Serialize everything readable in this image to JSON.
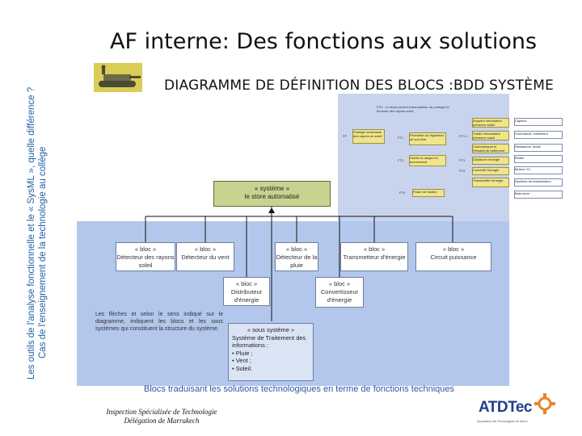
{
  "sidebar": {
    "line1": "Les outils de l'analyse fonctionnelle et le « SysML », quelle différence ?",
    "line2": "Cas de l'enseignement de la technologie au collège"
  },
  "header": {
    "title": "AF interne: Des fonctions aux solutions",
    "subtitle": "DIAGRAMME DE DÉFINITION DES BLOCS :BDD SYSTÈME"
  },
  "diagram": {
    "system_block": {
      "stereotype": "« système »",
      "name": "le store automatisé"
    },
    "blocks": [
      {
        "stereotype": "« bloc »",
        "name": "Détecteur des rayons soleil"
      },
      {
        "stereotype": "« bloc »",
        "name": "Détecteur du vent"
      },
      {
        "stereotype": "« bloc »",
        "name": "Détecteur de la pluie"
      },
      {
        "stereotype": "« bloc »",
        "name": "Transmetteur d'énergie"
      },
      {
        "stereotype": "« bloc »",
        "name": "Circuit puissance"
      },
      {
        "stereotype": "« bloc »",
        "name": "Distributeur d'énergie"
      },
      {
        "stereotype": "« bloc »",
        "name": "Convertisseur d'énergie"
      }
    ],
    "subsystem": {
      "stereotype": "« sous système »",
      "name": "Système de Traitement des informations :",
      "items": [
        "• Pluie ;",
        "• Vent ;",
        "• Soleil."
      ]
    },
    "note": "Les flèches et selon le sens indiqué sur le diagramme, indiquent les blocs et les sous systèmes qui constituent la structure du système.",
    "caption": "Blocs traduisant les solutions technologiques en terme de fonctions techniques"
  },
  "fast_thumbnail": {
    "header_text": "FS1 : Le store permet d'automatiser de protéger la terrasse des rayons soleil",
    "function_labels": [
      "FP",
      "FT1",
      "FT1.1",
      "FT1.2",
      "FT2",
      "FT3",
      "FT4",
      "FT5"
    ],
    "function_boxes": [
      "Protéger la terrasse des rayons du soleil",
      "Acquérir information présence soleil",
      "Traiter l'information présence soleil",
      "Communiquer le Résultat du traitement",
      "Permettre au régulateur de son état",
      "Distribuer l'énergie",
      "Convertir l'énergie",
      "Transmettre l'énergie",
      "Guider et ranger en mouvement",
      "Poser de l'action"
    ],
    "solution_boxes": [
      "Capteur",
      "Commande, traitement",
      "Résistance, diode",
      "Relais",
      "Moteur CC",
      "Système de transmission",
      "Bras store"
    ]
  },
  "footer": {
    "line1": "Inspection Spécialisée de Technologie",
    "line2": "Délégation de Marrakech"
  },
  "logo": {
    "text": "ATDTec",
    "tagline": "Association des Technologues du Maroc"
  },
  "colors": {
    "accent": "#1f5fa8",
    "panel": "#b3c7ec",
    "system_block": "#c6d48f"
  }
}
